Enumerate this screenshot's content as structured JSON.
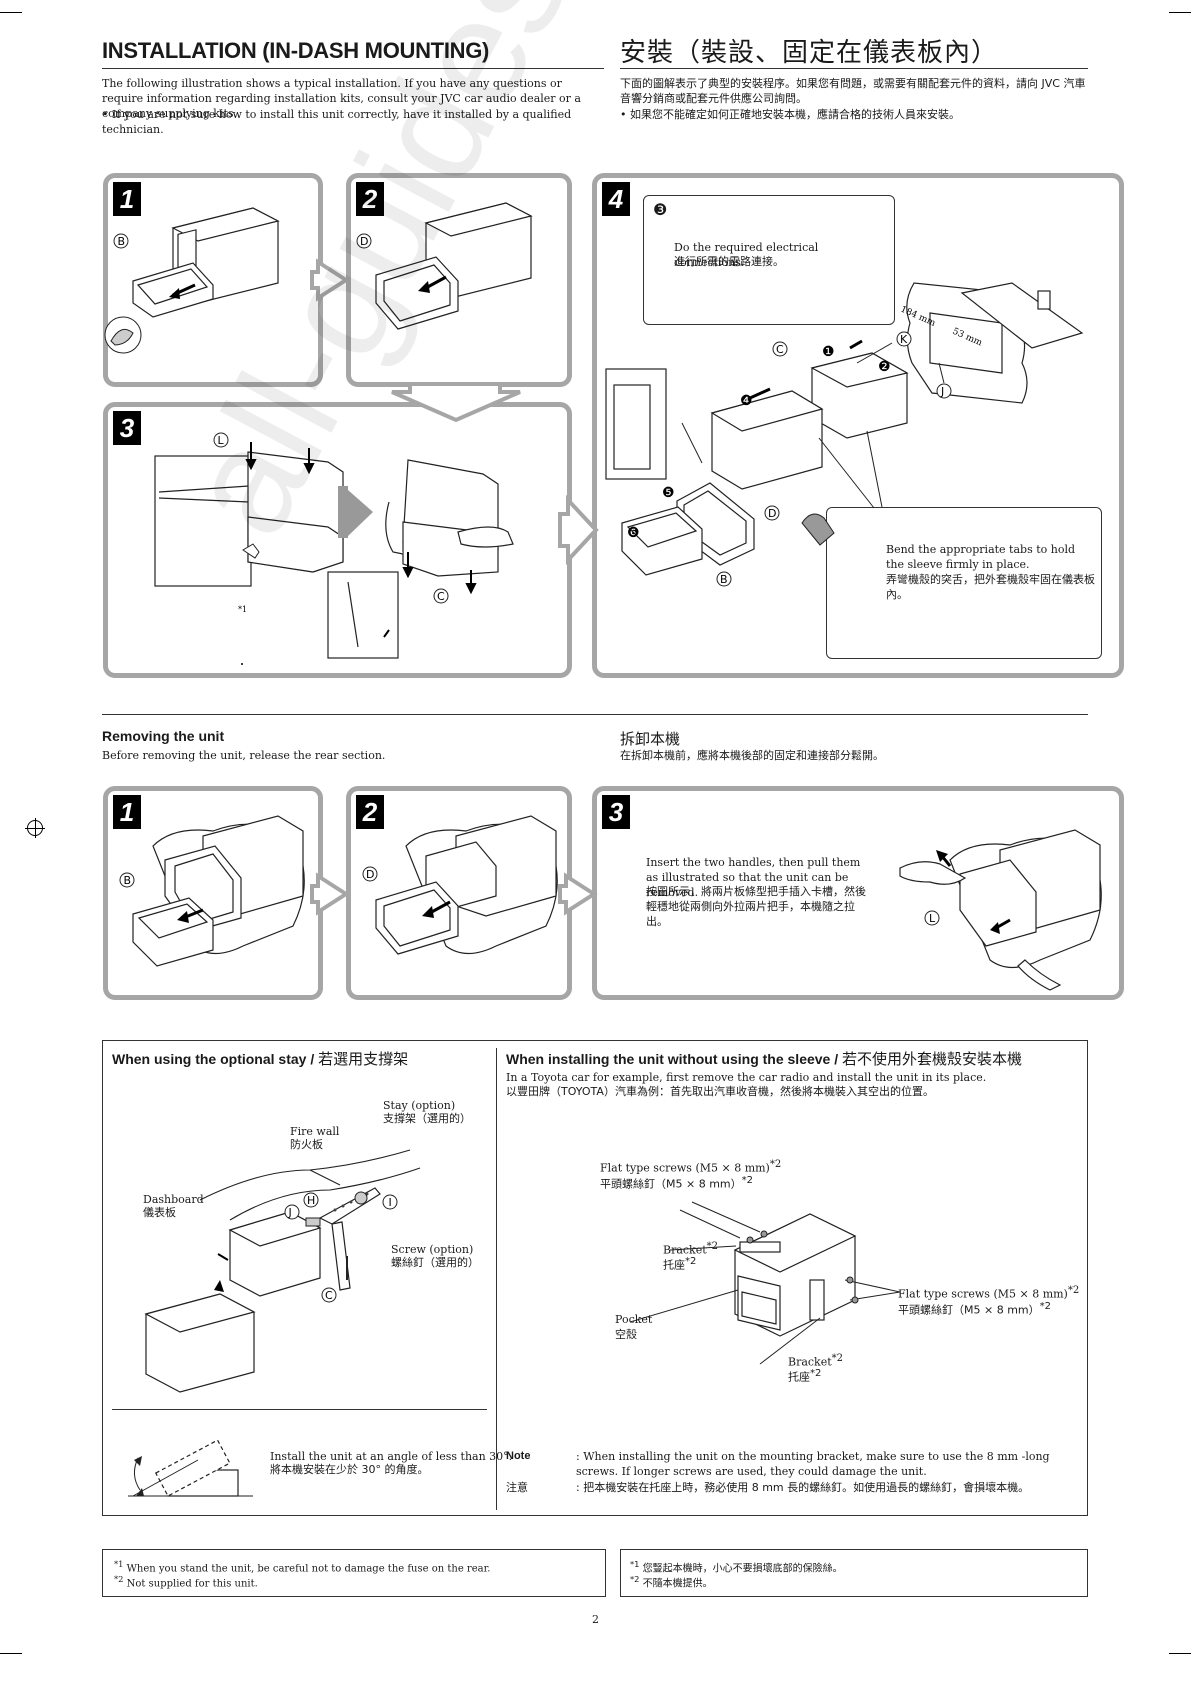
{
  "header": {
    "title_en": "INSTALLATION (IN-DASH MOUNTING)",
    "title_cn": "安裝（裝設、固定在儀表板內）",
    "intro_en": "The following illustration shows a typical installation. If you have any questions or require information regarding installation kits, consult your JVC car audio dealer or a company supplying kits.",
    "bullet_en": "•  If you are not sure how to install this unit correctly, have it installed by a qualified technician.",
    "intro_cn": "下面的圖解表示了典型的安裝程序。如果您有問題，或需要有關配套元件的資料，請向 JVC 汽車音響分銷商或配套元件供應公司詢問。",
    "bullet_cn": "•  如果您不能確定如何正確地安裝本機，應請合格的技術人員來安裝。"
  },
  "install_steps": {
    "s1": "1",
    "s2": "2",
    "s3": "3",
    "s4": "4",
    "step4_marker": "❸",
    "step4_text_en": "Do the required electrical connections.",
    "step4_text_cn": "進行所需的電路連接。",
    "bend_text_en": "Bend the appropriate tabs to hold the sleeve firmly in place.",
    "bend_text_cn": "弄彎機殼的突舌，把外套機殼牢固在儀表板內。",
    "labels": {
      "B": "B",
      "D": "D",
      "L": "L",
      "C": "C",
      "K": "K",
      "J": "J",
      "n1": "❶",
      "n2": "❷",
      "n4": "❹",
      "n5": "❺",
      "n6": "❻",
      "star1": "*1",
      "dim1": "184 mm",
      "dim2": "53 mm"
    }
  },
  "removing": {
    "title_en": "Removing the unit",
    "sub_en": "Before removing the unit, release the rear section.",
    "title_cn": "拆卸本機",
    "sub_cn": "在拆卸本機前，應將本機後部的固定和連接部分鬆開。",
    "s1": "1",
    "s2": "2",
    "s3": "3",
    "step3_en": "Insert the two handles, then pull them as illustrated so that the unit can be removed.",
    "step3_cn": "按圖所示，將兩片板條型把手插入卡槽，然後輕穩地從兩側向外拉兩片把手，本機隨之拉出。",
    "label_B": "B",
    "label_D": "D",
    "label_L": "L"
  },
  "stay": {
    "title_en": "When using the optional stay / ",
    "title_cn": "若選用支撐架",
    "stay_en": "Stay (option)",
    "stay_cn": "支撐架（選用的）",
    "fire_en": "Fire wall",
    "fire_cn": "防火板",
    "dash_en": "Dashboard",
    "dash_cn": "儀表板",
    "screw_en": "Screw (option)",
    "screw_cn": "螺絲釘（選用的）",
    "label_H": "H",
    "label_I": "I",
    "label_J": "J",
    "label_C": "C",
    "angle_en": "Install the unit at an angle of less than 30°.",
    "angle_cn": "將本機安裝在少於 30° 的角度。"
  },
  "sleeve": {
    "title_en": "When installing the unit without using the sleeve / ",
    "title_cn": "若不使用外套機殼安裝本機",
    "intro_en": "In a Toyota car for example, first remove the car radio and install the unit in its place.",
    "intro_cn": "以豐田牌（TOYOTA）汽車為例：首先取出汽車收音機，然後將本機裝入其空出的位置。",
    "flat_en": "Flat type screws (M5 × 8 mm)",
    "flat_cn": "平頭螺絲釘（M5 × 8 mm）",
    "star2": "*2",
    "bracket_en": "Bracket",
    "bracket_cn": "托座",
    "pocket_en": "Pocket",
    "pocket_cn": "空殼",
    "note_label_en": "Note",
    "note_label_cn": "注意",
    "note_en": ": When installing the unit on the mounting bracket, make sure to use the 8 mm -long screws. If longer screws are used, they could damage the unit.",
    "note_cn": ": 把本機安裝在托座上時，務必使用 8 mm 長的螺絲釘。如使用過長的螺絲釘，會損壞本機。"
  },
  "footnotes": {
    "en1_mark": "*1",
    "en1": "When you stand the unit, be careful not to damage the fuse on the rear.",
    "en2_mark": "*2",
    "en2": "Not supplied for this unit.",
    "cn1_mark": "*1",
    "cn1": "您豎起本機時，小心不要損壞底部的保險絲。",
    "cn2_mark": "*2",
    "cn2": "不隨本機提供。"
  },
  "page_number": "2",
  "watermark": "all-guides.com"
}
